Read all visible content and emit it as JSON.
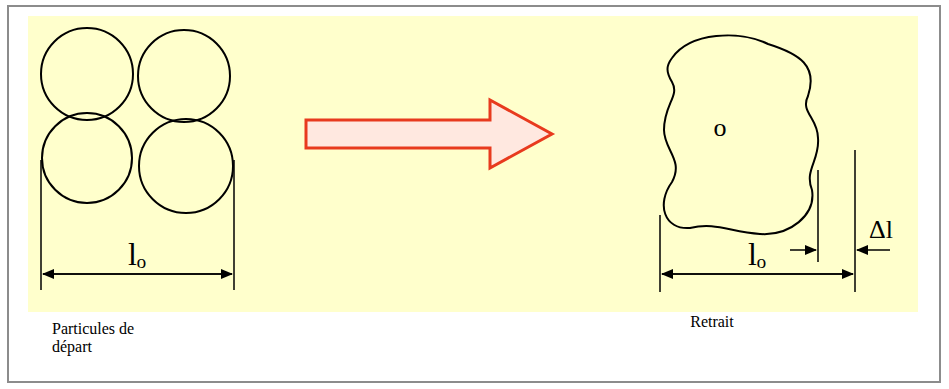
{
  "diagram": {
    "labels": [
      "lₒ",
      "Particules de départ",
      "lₒ",
      "o",
      "Δl",
      "Retrait"
    ]
  }
}
